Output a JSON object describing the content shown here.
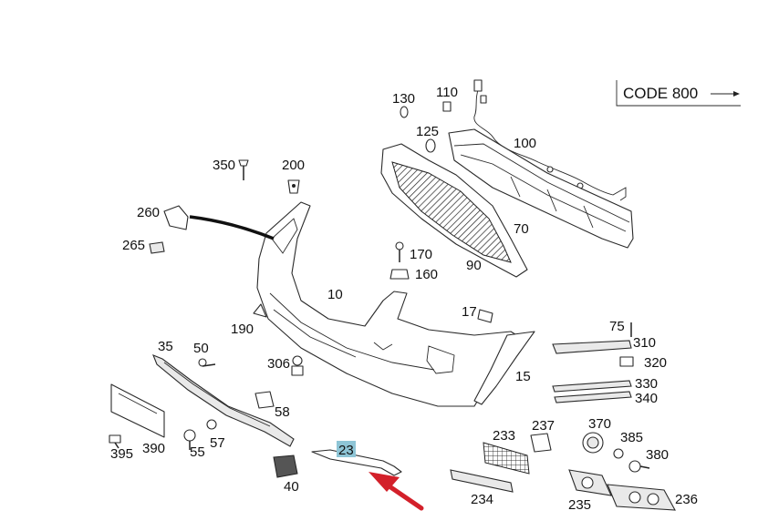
{
  "code_box": {
    "text": "CODE 800"
  },
  "labels": {
    "l10": "10",
    "l15": "15",
    "l17": "17",
    "l23": "23",
    "l35": "35",
    "l40": "40",
    "l50": "50",
    "l55": "55",
    "l57": "57",
    "l58": "58",
    "l70": "70",
    "l75": "75",
    "l90": "90",
    "l100": "100",
    "l110": "110",
    "l125": "125",
    "l130": "130",
    "l160": "160",
    "l170": "170",
    "l190": "190",
    "l200": "200",
    "l233": "233",
    "l234": "234",
    "l235": "235",
    "l236": "236",
    "l237": "237",
    "l260": "260",
    "l265": "265",
    "l306": "306",
    "l310": "310",
    "l320": "320",
    "l330": "330",
    "l340": "340",
    "l350": "350",
    "l370": "370",
    "l380": "380",
    "l385": "385",
    "l390": "390",
    "l395": "395"
  },
  "highlight": {
    "part": "23",
    "color": "#8ec5d6"
  },
  "arrow_color": "#d3202a"
}
